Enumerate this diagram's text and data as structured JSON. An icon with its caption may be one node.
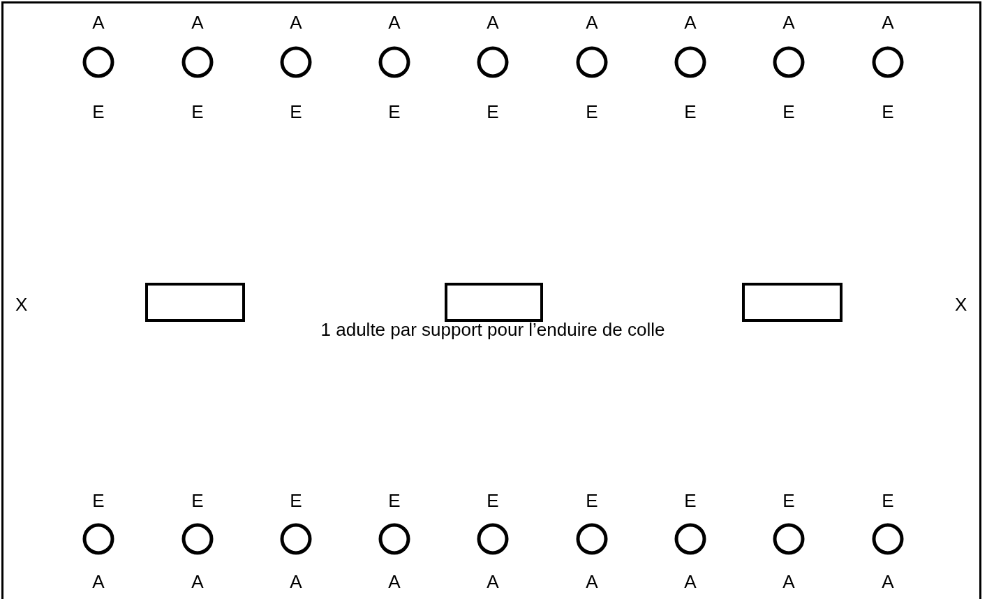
{
  "diagram": {
    "nodes": [
      {
        "text": [],
        "shape": "circle",
        "beside": [
          "A",
          "E"
        ]
      },
      {
        "text": [],
        "shape": "circle",
        "beside": [
          "A",
          "E"
        ]
      },
      {
        "text": [],
        "shape": "circle",
        "beside": [
          "A",
          "E"
        ]
      },
      {
        "text": [],
        "shape": "circle",
        "beside": [
          "A",
          "E"
        ]
      },
      {
        "text": [],
        "shape": "circle",
        "beside": [
          "A",
          "E"
        ]
      },
      {
        "text": [],
        "shape": "circle",
        "beside": [
          "A",
          "E"
        ]
      },
      {
        "text": [],
        "shape": "circle",
        "beside": [
          "A",
          "E"
        ]
      },
      {
        "text": [],
        "shape": "circle",
        "beside": [
          "A",
          "E"
        ]
      },
      {
        "text": [],
        "shape": "circle",
        "beside": [
          "A",
          "E"
        ]
      },
      {
        "text": [],
        "shape": "box"
      },
      {
        "text": [],
        "shape": "box"
      },
      {
        "text": [],
        "shape": "box"
      },
      {
        "text": [],
        "shape": "circle",
        "beside": [
          "E",
          "A"
        ]
      },
      {
        "text": [],
        "shape": "circle",
        "beside": [
          "E",
          "A"
        ]
      },
      {
        "text": [],
        "shape": "circle",
        "beside": [
          "E",
          "A"
        ]
      },
      {
        "text": [],
        "shape": "circle",
        "beside": [
          "E",
          "A"
        ]
      },
      {
        "text": [],
        "shape": "circle",
        "beside": [
          "E",
          "A"
        ]
      },
      {
        "text": [],
        "shape": "circle",
        "beside": [
          "E",
          "A"
        ]
      },
      {
        "text": [],
        "shape": "circle",
        "beside": [
          "E",
          "A"
        ]
      },
      {
        "text": [],
        "shape": "circle",
        "beside": [
          "E",
          "A"
        ]
      },
      {
        "text": [],
        "shape": "circle",
        "beside": [
          "E",
          "A"
        ]
      }
    ],
    "edges": [],
    "labels": [
      "X",
      "X",
      "1 adulte par support pour l’enduire de colle"
    ]
  }
}
